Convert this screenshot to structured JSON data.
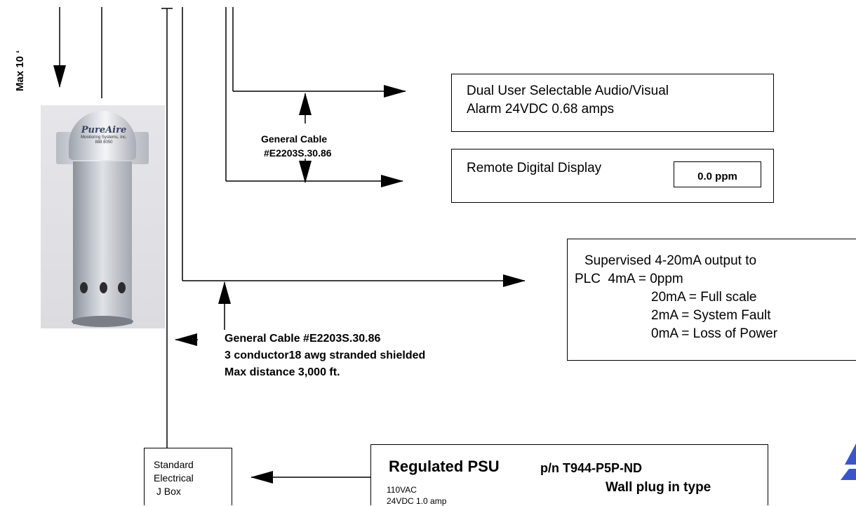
{
  "max_label": "Max 10 ‘",
  "sensor": {
    "brand": "PureAire",
    "subtitle": "Monitoring Systems, Inc.",
    "phone": "888      8050"
  },
  "cable_label_upper": {
    "line1": "General Cable",
    "line2": "#E2203S.30.86"
  },
  "alarm_box": {
    "line1": "Dual User Selectable Audio/Visual",
    "line2": "Alarm 24VDC 0.68 amps"
  },
  "display_box": {
    "label": "Remote Digital Display",
    "readout": "0.0 ppm"
  },
  "output_box": {
    "line1": "Supervised 4-20mA output to",
    "line2": "PLC  4mA = 0ppm",
    "line3": "20mA = Full scale",
    "line4": "2mA = System Fault",
    "line5": "0mA = Loss of Power"
  },
  "cable_label_lower": {
    "line1": "General Cable #E2203S.30.86",
    "line2": "3 conductor18 awg stranded shielded",
    "line3": "Max distance 3,000 ft."
  },
  "jbox": {
    "line1": "Standard",
    "line2": "Electrical",
    "line3": " J Box"
  },
  "psu_box": {
    "title": "Regulated PSU",
    "part": "p/n T944-P5P-ND",
    "type": "Wall plug in type",
    "input": "110VAC",
    "output": "24VDC 1.0 amp"
  }
}
